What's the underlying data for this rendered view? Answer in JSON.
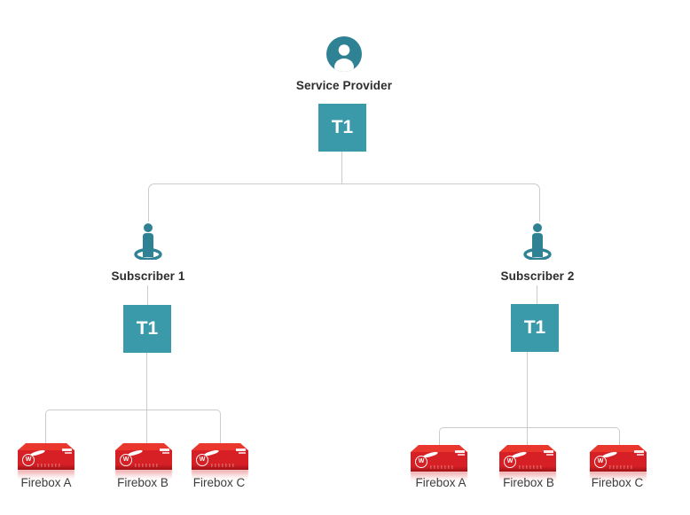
{
  "provider": {
    "label": "Service Provider",
    "t1": "T1"
  },
  "subscribers": [
    {
      "label": "Subscriber 1",
      "t1": "T1",
      "fireboxes": [
        "Firebox A",
        "Firebox B",
        "Firebox C"
      ]
    },
    {
      "label": "Subscriber 2",
      "t1": "T1",
      "fireboxes": [
        "Firebox A",
        "Firebox B",
        "Firebox C"
      ]
    }
  ],
  "firebox_logo_letter": "W",
  "colors": {
    "teal_box": "#3A9AAA",
    "teal_icon": "#2F8294",
    "firebox_red": "#D62025",
    "firebox_red_top": "#E9372E",
    "firebox_red_dark": "#9E1216",
    "connector": "#CBCBCB",
    "label_dark": "#2D2D2D",
    "label_gray": "#3C3C3C"
  }
}
